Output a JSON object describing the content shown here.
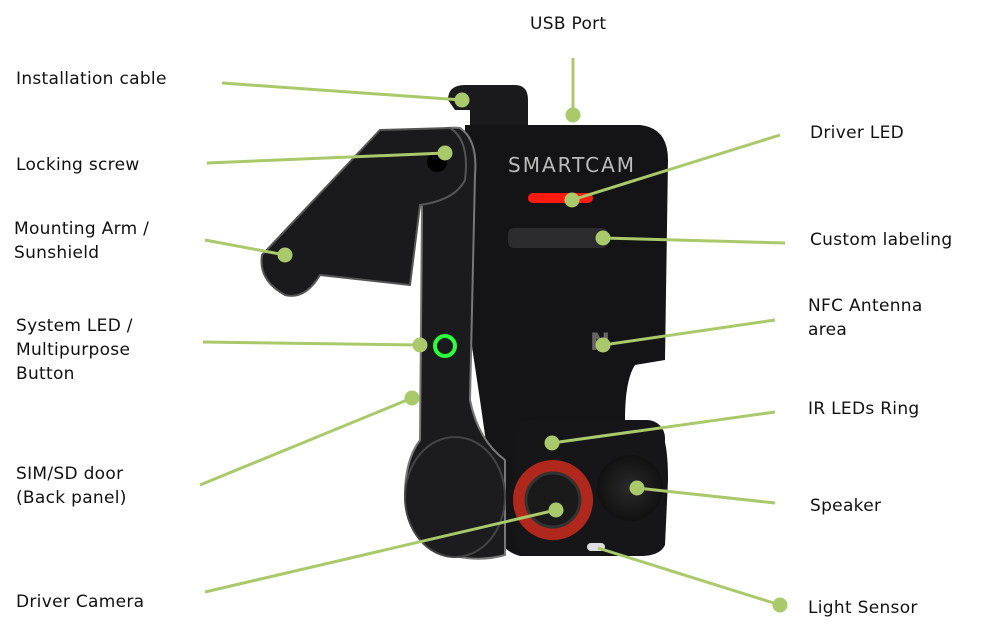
{
  "title": "Smartcam component diagram",
  "brand_text": "SMARTCAM",
  "nfc_symbol": "N",
  "colors": {
    "leader": "#a9c96a",
    "body": "#141416",
    "led_red": "#ff1a10",
    "system_led": "#2bff3a",
    "ir_ring": "#b0281c"
  },
  "labels": {
    "usb_port": [
      "USB Port"
    ],
    "installation_cable": [
      "Installation cable"
    ],
    "locking_screw": [
      "Locking screw"
    ],
    "mounting_arm": [
      "Mounting Arm /",
      "Sunshield"
    ],
    "system_led": [
      "System LED /",
      "Multipurpose",
      "Button"
    ],
    "sim_sd_door": [
      "SIM/SD door",
      "(Back panel)"
    ],
    "driver_camera": [
      "Driver Camera"
    ],
    "driver_led": [
      "Driver LED"
    ],
    "custom_labeling": [
      "Custom labeling"
    ],
    "nfc_antenna": [
      "NFC Antenna",
      "area"
    ],
    "ir_leds_ring": [
      "IR LEDs Ring"
    ],
    "speaker": [
      "Speaker"
    ],
    "light_sensor": [
      "Light Sensor"
    ]
  }
}
